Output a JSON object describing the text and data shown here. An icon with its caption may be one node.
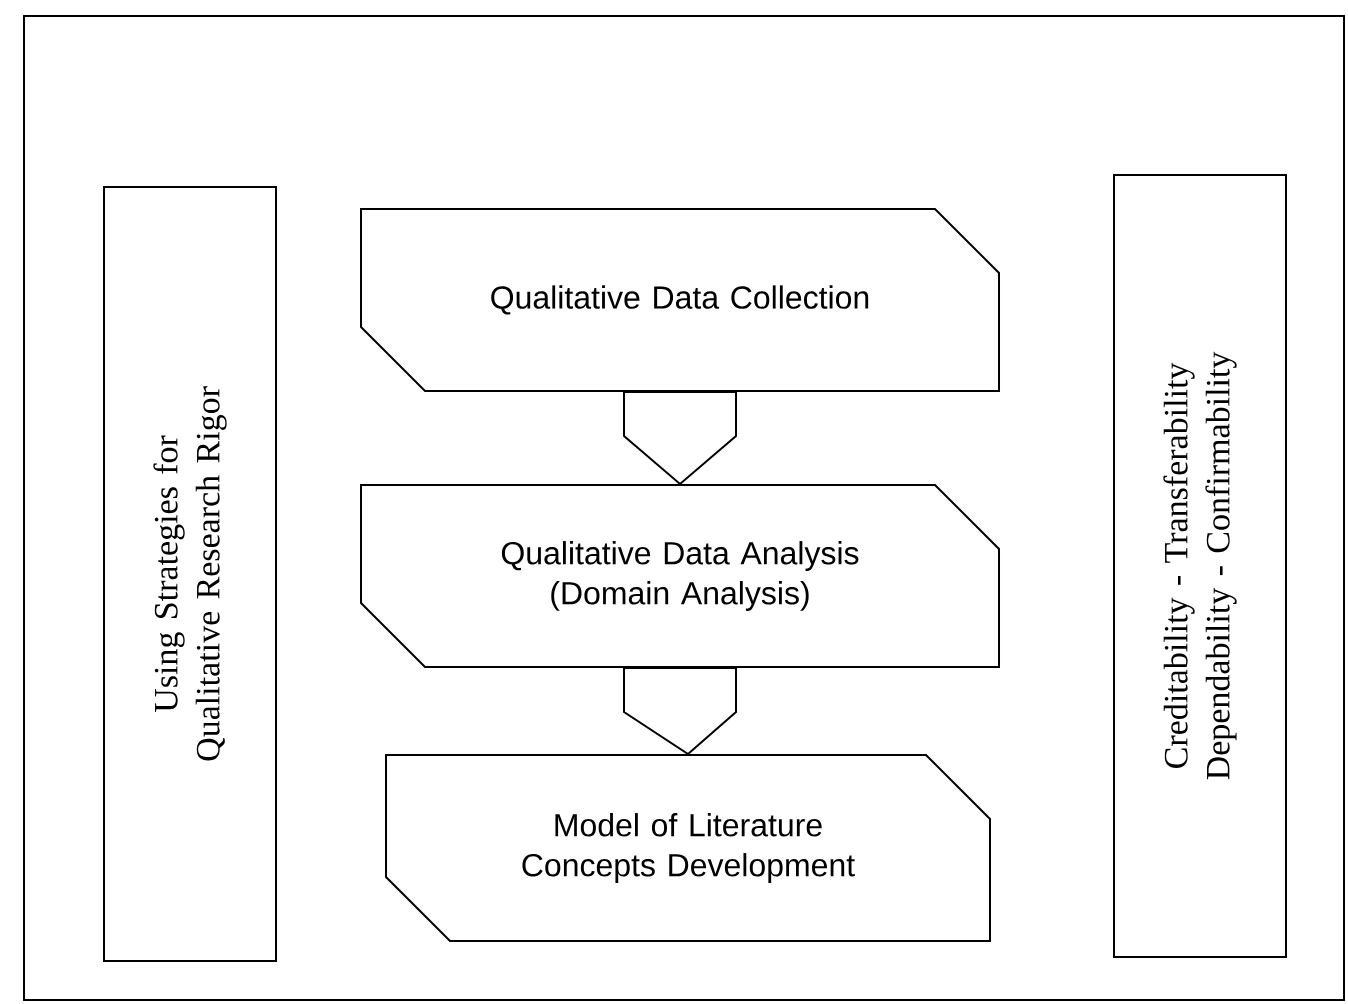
{
  "diagram": {
    "nodes": [
      {
        "text": [
          "Using Strategies for Qualitative Research Rigor"
        ]
      },
      {
        "text": [
          "Qualitative Data Collection"
        ]
      },
      {
        "text": [
          "Qualitative Data Analysis (Domain Analysis)"
        ]
      },
      {
        "text": [
          "Model of Literature Concepts Development"
        ]
      },
      {
        "text": [
          "Creditability - Transferability Dependability - Confirmability"
        ]
      }
    ],
    "edges": [
      {
        "from": 1,
        "to": 2,
        "arrow": "to"
      },
      {
        "from": 2,
        "to": 3,
        "arrow": "to"
      }
    ]
  }
}
